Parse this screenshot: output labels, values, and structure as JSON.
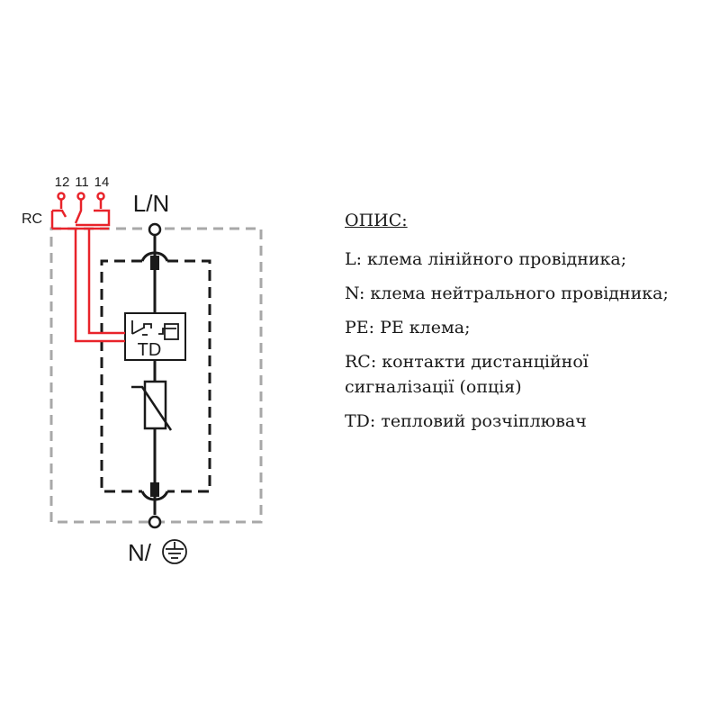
{
  "diagram": {
    "terminal_top": "L/N",
    "terminal_bottom": "N/",
    "rc_label": "RC",
    "rc_contacts": [
      "12",
      "11",
      "14"
    ],
    "td_label": "TD",
    "ground_icon": "ground-icon",
    "colors": {
      "frame": "#a8a8a8",
      "module": "#1a1a1a",
      "rc_wiring": "#e8232a"
    }
  },
  "legend": {
    "title": "ОПИС:",
    "items": [
      "L: клема лінійного провідника;",
      "N: клема нейтрального провідника;",
      "PE: PE клема;",
      "RC: контакти дистанційної сигналізації (опція)",
      "TD: тепловий розчіплювач"
    ]
  }
}
